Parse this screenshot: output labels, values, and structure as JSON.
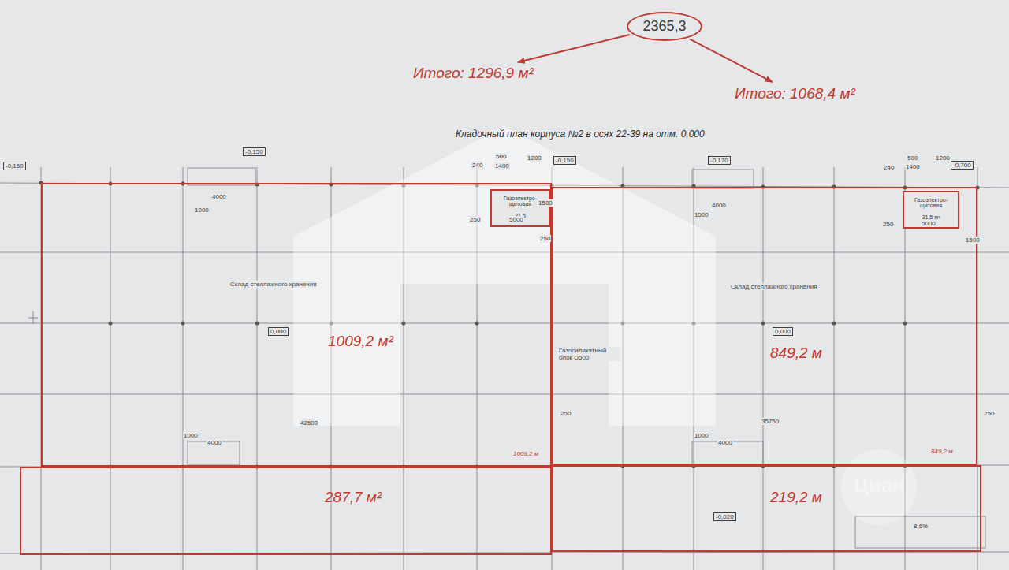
{
  "diagram": {
    "title": "Кладочный план корпуса №2 в осях 22-39 на отм. 0,000",
    "nodes": [
      {
        "text": [
          "2365,3"
        ]
      },
      {
        "text": [
          "Итого: 1296,9 м²"
        ]
      },
      {
        "text": [
          "Итого: 1068,4 м²"
        ]
      },
      {
        "text": [
          "Склад стеллажного хранения",
          "1009,2 м²"
        ]
      },
      {
        "text": [
          "Газоэлектро- щитовая",
          "31,5"
        ],
        "in": 3
      },
      {
        "text": [
          "Склад стеллажного хранения",
          "849,2 м"
        ]
      },
      {
        "text": [
          "Газоэлектро- щитовая",
          "31,5 м²"
        ],
        "in": 5
      },
      {
        "text": [
          "287,7 м²"
        ]
      },
      {
        "text": [
          "219,2 м"
        ]
      }
    ],
    "edges": [
      {
        "from": 0,
        "to": 1,
        "arrow": "to"
      },
      {
        "from": 0,
        "to": 2,
        "arrow": "to"
      }
    ],
    "labels": [
      "-0,150",
      "-0,150",
      "4000",
      "1000",
      "240",
      "500",
      "1400",
      "1200",
      "-0,150",
      "250",
      "5000",
      "1500",
      "-0,170",
      "4000",
      "1500",
      "240",
      "500",
      "1400",
      "1200",
      "-0,700",
      "250",
      "5000",
      "1500",
      "0,000",
      "0,000",
      "Газосиликатный блок D500",
      "42500",
      "35750",
      "250",
      "250",
      "1000",
      "4000",
      "1000",
      "4000",
      "1009,2 м",
      "849,2 м",
      "-0,020",
      "8,6%",
      "Циан",
      "250"
    ]
  }
}
